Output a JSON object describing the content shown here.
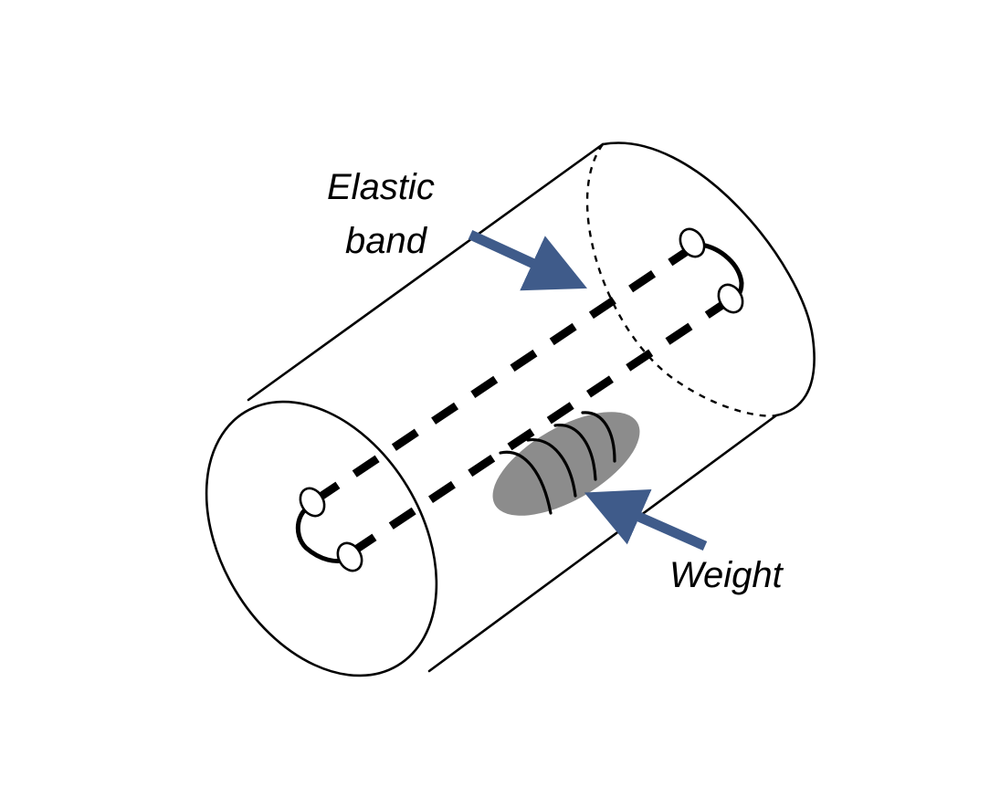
{
  "labels": {
    "elastic_line1": "Elastic",
    "elastic_line2": "band",
    "weight": "Weight"
  },
  "colors": {
    "arrow": "#3f5b8a",
    "weight_fill": "#8c8c8c",
    "line": "#000000"
  }
}
